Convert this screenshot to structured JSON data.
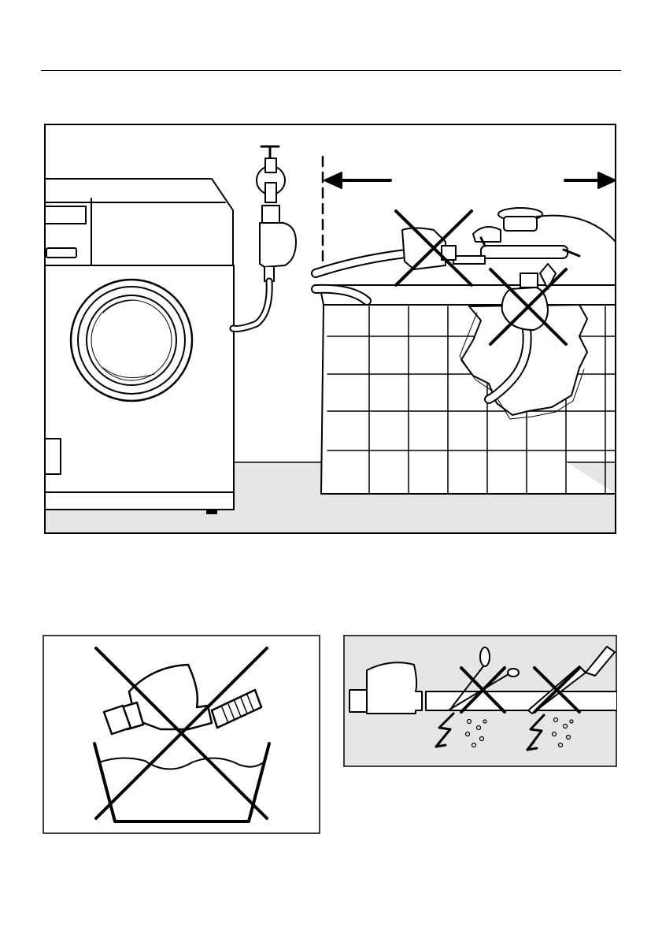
{
  "page": {
    "figures": [
      {
        "icon": "washing-machine-installation-illustration"
      },
      {
        "icon": "no-immersion-illustration"
      },
      {
        "icon": "do-not-cut-hose-illustration"
      }
    ]
  },
  "colors": {
    "line": "#000000",
    "floor": "#e6e6e6",
    "panel": "#e6e6e6",
    "background": "#ffffff"
  }
}
